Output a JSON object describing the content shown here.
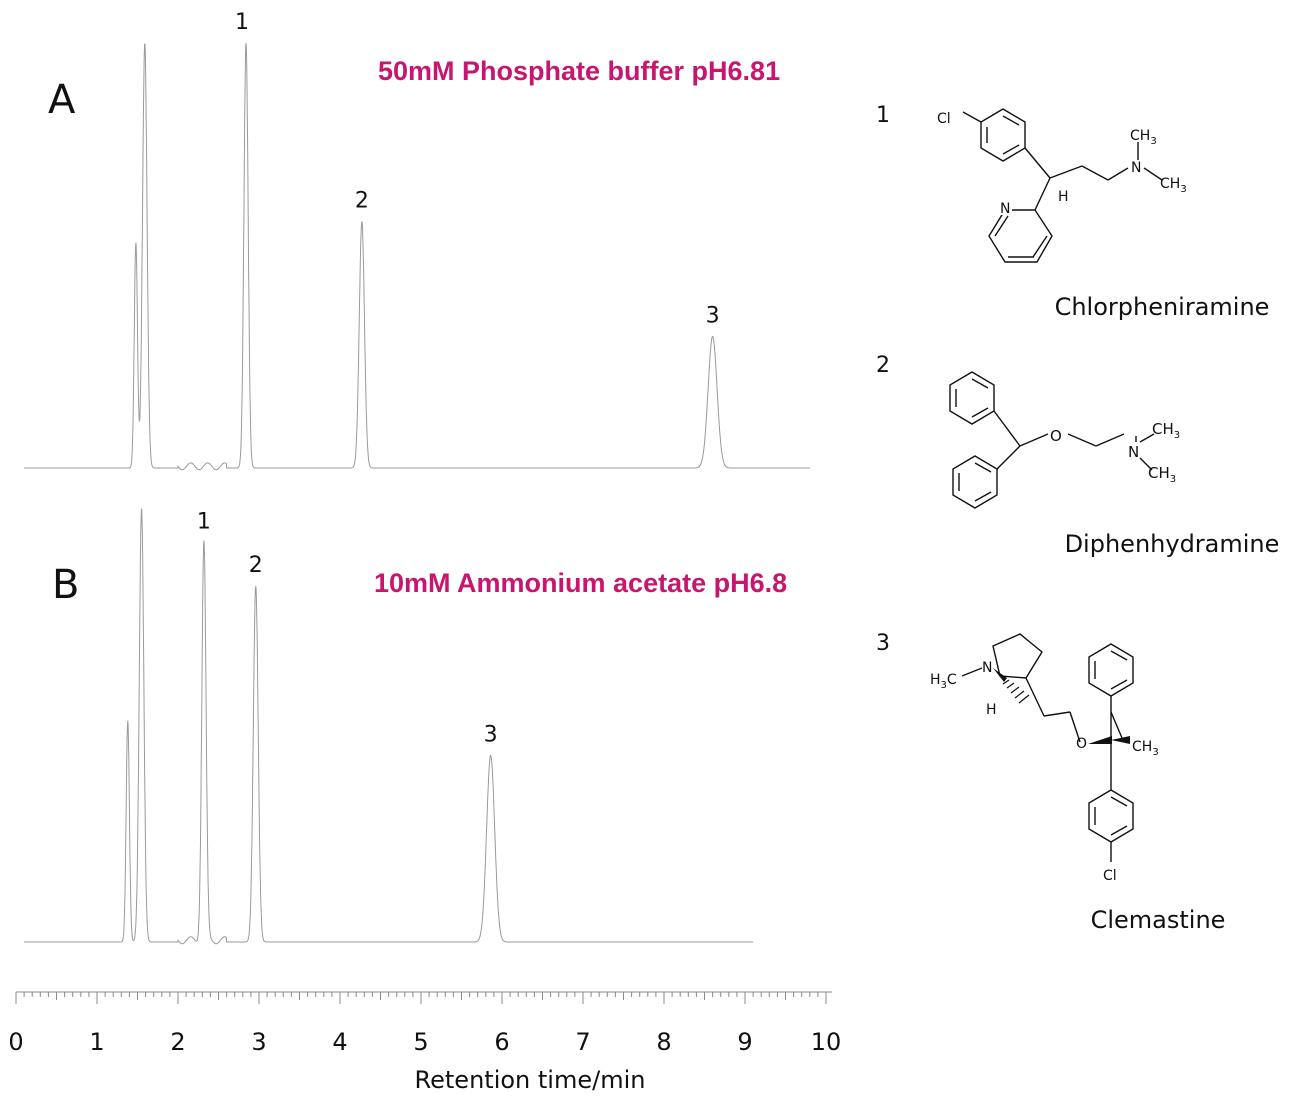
{
  "chart_data": {
    "type": "line",
    "x_axis": {
      "label": "Retention time/min",
      "range": [
        0,
        10
      ],
      "ticks": [
        "0",
        "1",
        "2",
        "3",
        "4",
        "5",
        "6",
        "7",
        "8",
        "9",
        "10"
      ]
    },
    "panels": [
      {
        "letter": "A",
        "condition": "50mM Phosphate buffer  pH6.81",
        "x_range": [
          0,
          9.8
        ],
        "end": 9.8,
        "peaks": [
          {
            "label": "",
            "t": 1.48,
            "h": 0.53,
            "w": 0.02
          },
          {
            "label": "",
            "t": 1.59,
            "h": 1.0,
            "w": 0.028
          },
          {
            "label": "1",
            "t": 2.84,
            "h": 1.0,
            "w": 0.026
          },
          {
            "label": "2",
            "t": 4.27,
            "h": 0.58,
            "w": 0.032
          },
          {
            "label": "3",
            "t": 8.6,
            "h": 0.31,
            "w": 0.055
          }
        ]
      },
      {
        "letter": "B",
        "condition": "10mM Ammonium acetate pH6.8",
        "x_range": [
          0,
          9.1
        ],
        "end": 9.1,
        "peaks": [
          {
            "label": "",
            "t": 1.38,
            "h": 0.51,
            "w": 0.02
          },
          {
            "label": "",
            "t": 1.55,
            "h": 1.0,
            "w": 0.028
          },
          {
            "label": "1",
            "t": 2.32,
            "h": 0.92,
            "w": 0.026
          },
          {
            "label": "2",
            "t": 2.96,
            "h": 0.82,
            "w": 0.03
          },
          {
            "label": "3",
            "t": 5.86,
            "h": 0.43,
            "w": 0.05
          }
        ]
      }
    ],
    "compounds": [
      {
        "number": "1",
        "name": "Chlorpheniramine"
      },
      {
        "number": "2",
        "name": "Diphenhydramine"
      },
      {
        "number": "3",
        "name": "Clemastine"
      }
    ],
    "colors": {
      "condition_title": "#c8166e",
      "trace": "#9a9a9a",
      "axis": "#777777",
      "text": "#111111"
    }
  },
  "structures": {
    "chlorpheniramine": {
      "cl": "Cl",
      "n_pyridine": "N",
      "h": "H",
      "n_amine": "N",
      "ch3_top": "CH",
      "ch3_bottom": "CH",
      "sub": "3"
    },
    "diphenhydramine": {
      "o": "O",
      "n": "N",
      "ch3_top": "CH",
      "ch3_bottom": "CH",
      "sub": "3"
    },
    "clemastine": {
      "h3c": "H",
      "c": "C",
      "n": "N",
      "h": "H",
      "o": "O",
      "ch3": "CH",
      "cl": "Cl",
      "sub": "3"
    }
  }
}
